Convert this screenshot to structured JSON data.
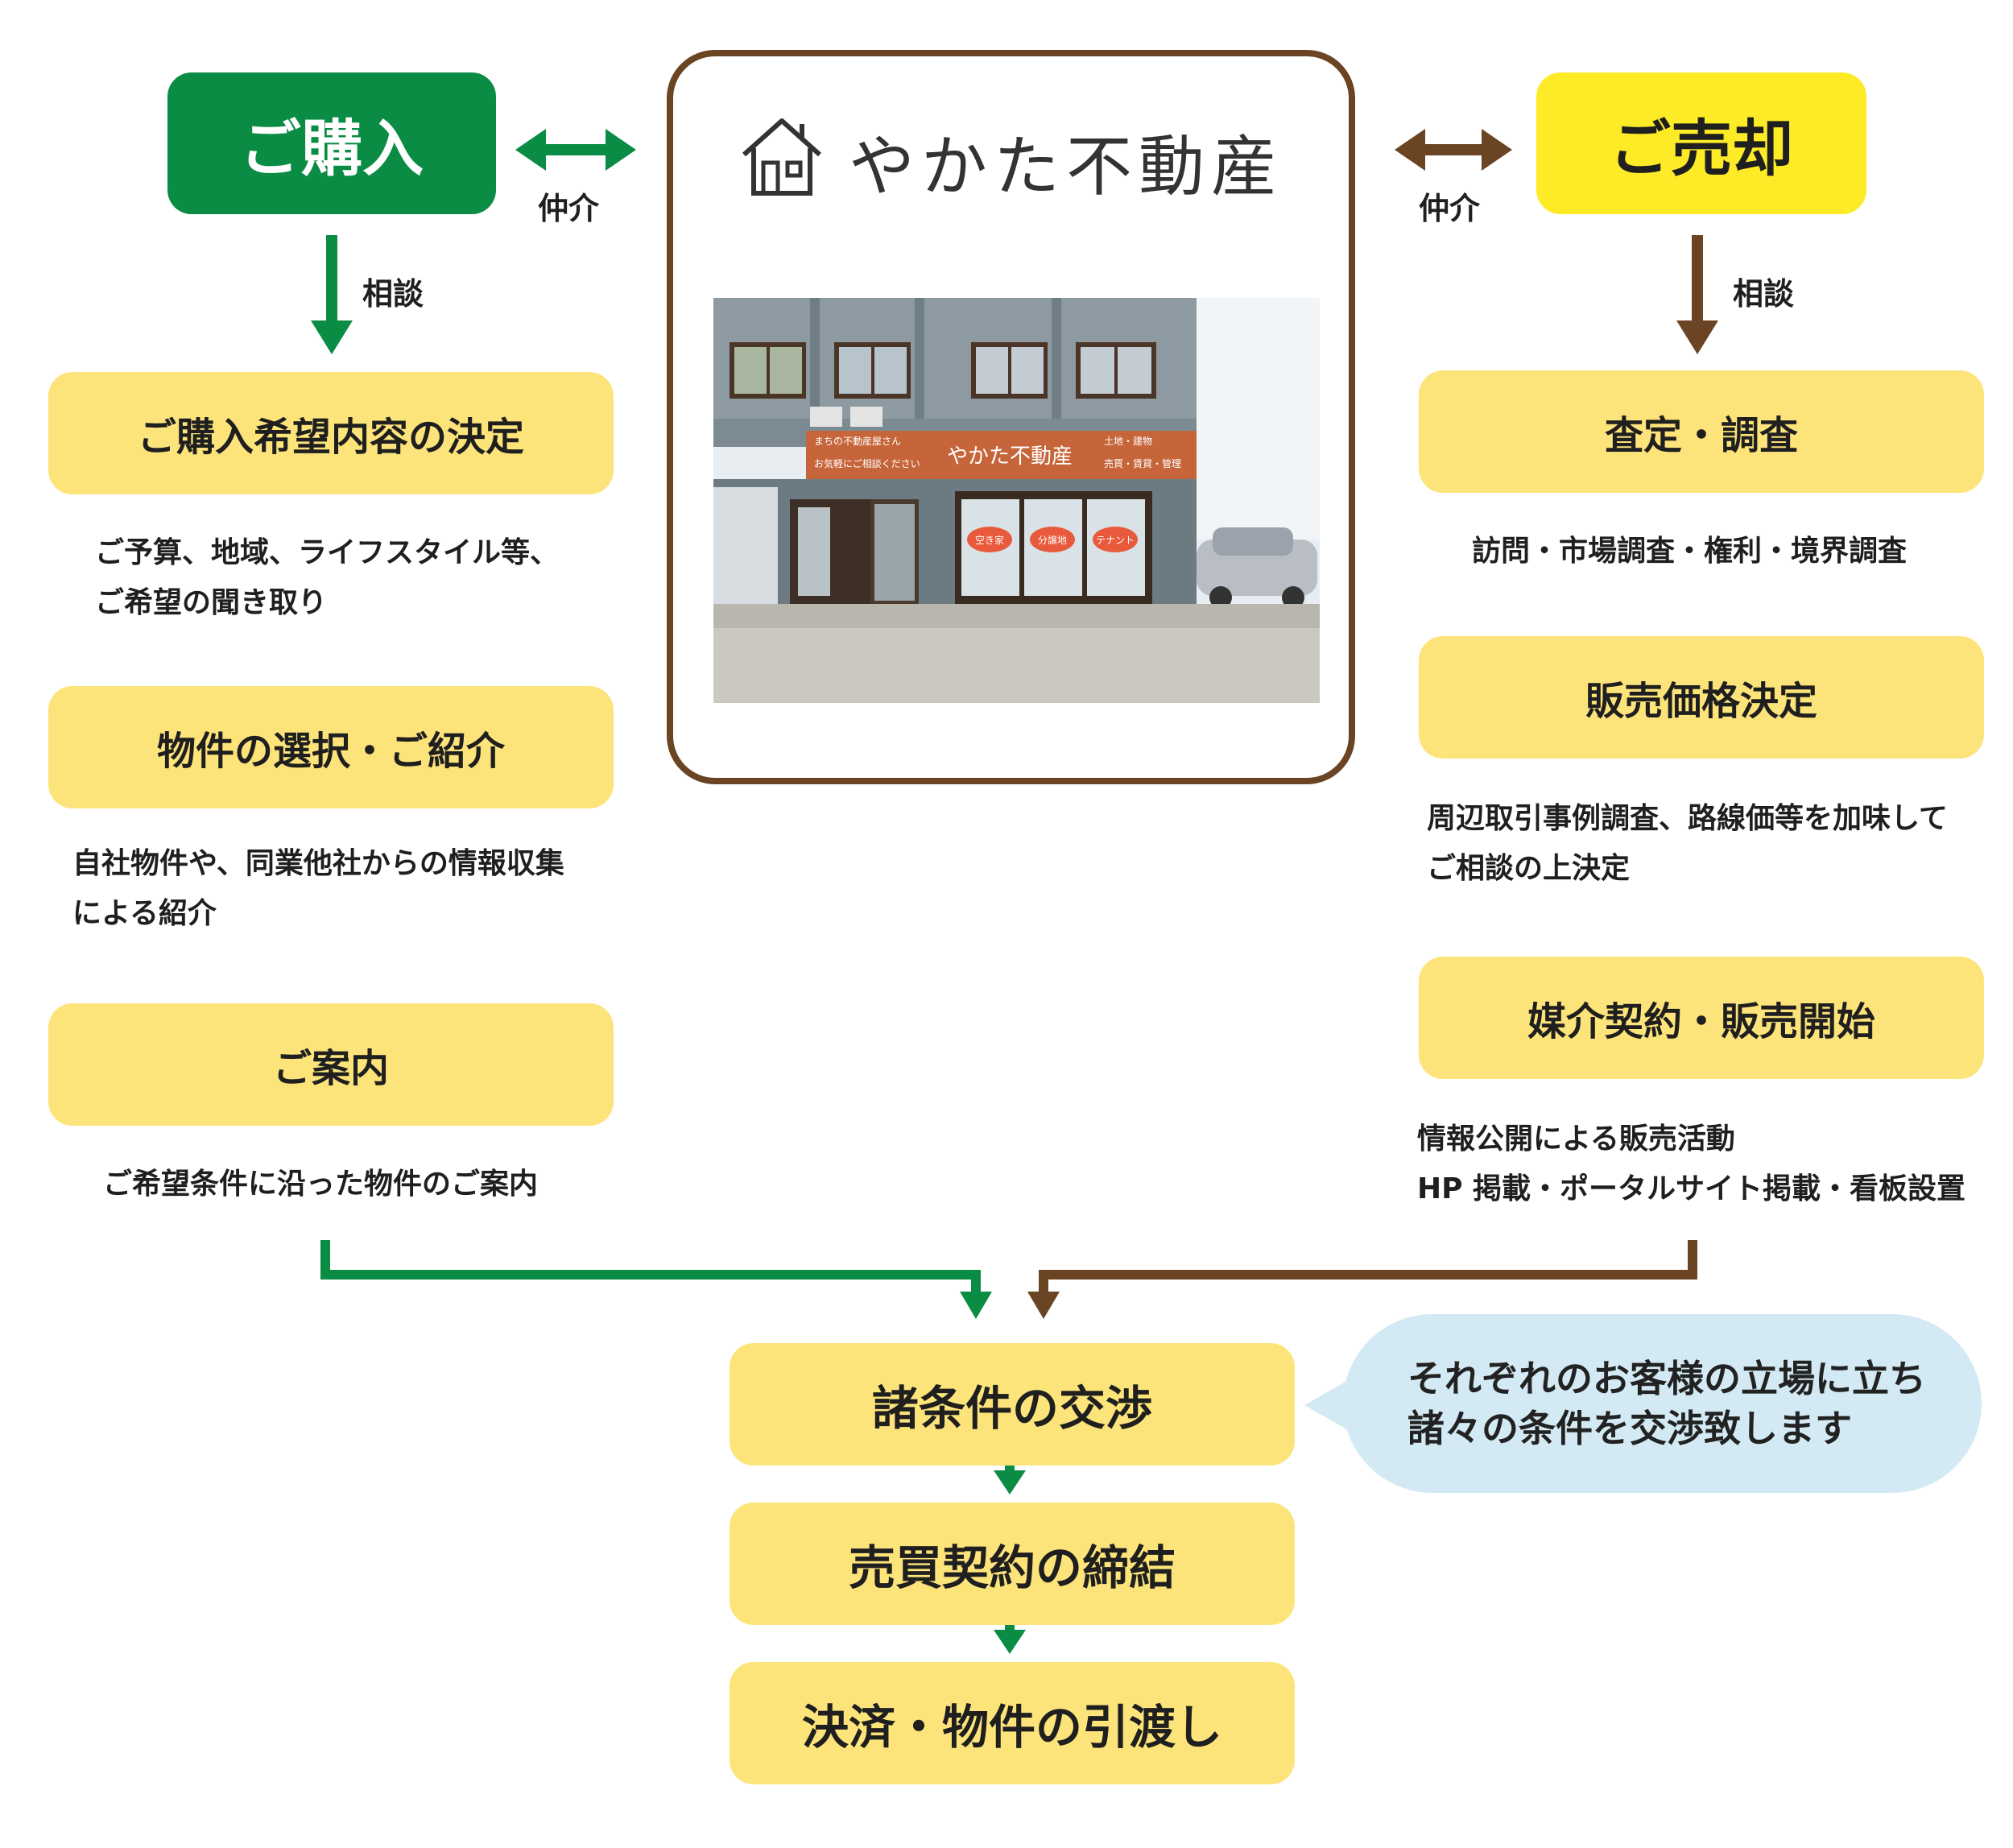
{
  "colors": {
    "buy_green": "#0a8c45",
    "sell_yellow": "#fdeb27",
    "step_yellow": "#fde47a",
    "brown": "#6b4423",
    "bubble_blue": "#d3e9f3"
  },
  "buy": {
    "title": "ご購入",
    "mediation_label": "仲介",
    "consult_label": "相談",
    "steps": [
      {
        "label": "ご購入希望内容の決定",
        "desc": [
          "ご予算、地域、ライフスタイル等、",
          "ご希望の聞き取り"
        ]
      },
      {
        "label": "物件の選択・ご紹介",
        "desc": [
          "自社物件や、同業他社からの情報収集",
          "による紹介"
        ]
      },
      {
        "label": "ご案内",
        "desc": [
          "ご希望条件に沿った物件のご案内"
        ]
      }
    ]
  },
  "sell": {
    "title": "ご売却",
    "mediation_label": "仲介",
    "consult_label": "相談",
    "steps": [
      {
        "label": "査定・調査",
        "desc": [
          "訪問・市場調査・権利・境界調査"
        ]
      },
      {
        "label": "販売価格決定",
        "desc": [
          "周辺取引事例調査、路線価等を加味して",
          "ご相談の上決定"
        ]
      },
      {
        "label": "媒介契約・販売開始",
        "desc": [
          "情報公開による販売活動",
          "HP 掲載・ポータルサイト掲載・看板設置"
        ]
      }
    ]
  },
  "company": {
    "name": "やかた不動産",
    "icon": "house-icon"
  },
  "storefront": {
    "sign_name": "やかた不動産",
    "sign_left_top": "まちの不動産屋さん",
    "sign_left_bottom": "お気軽にご相談ください",
    "sign_right_top": "土地・建物",
    "sign_right_bottom": "売買・賃貸・管理",
    "bubbles": [
      "空き家",
      "分譲地",
      "テナント"
    ]
  },
  "final_steps": [
    "諸条件の交渉",
    "売買契約の締結",
    "決済・物件の引渡し"
  ],
  "note": [
    "それぞれのお客様の立場に立ち",
    "諸々の条件を交渉致します"
  ]
}
